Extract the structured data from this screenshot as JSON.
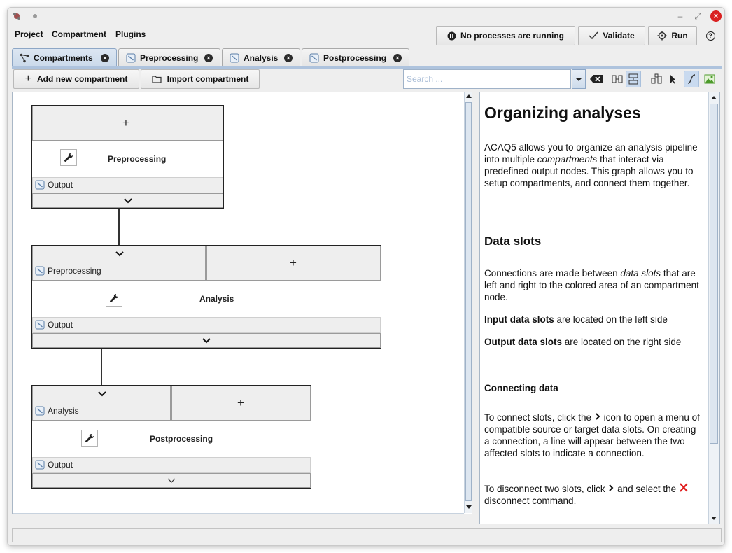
{
  "menubar": {
    "items": [
      "Project",
      "Compartment",
      "Plugins"
    ]
  },
  "topbar": {
    "status_label": "No processes are running",
    "validate_label": "Validate",
    "run_label": "Run",
    "help_label": "?"
  },
  "tabs": [
    {
      "label": "Compartments",
      "active": true
    },
    {
      "label": "Preprocessing",
      "active": false
    },
    {
      "label": "Analysis",
      "active": false
    },
    {
      "label": "Postprocessing",
      "active": false
    }
  ],
  "toolbar": {
    "add_label": "Add new compartment",
    "import_label": "Import compartment",
    "search_placeholder": "Search ..."
  },
  "graph": {
    "add_symbol": "+",
    "nodes": [
      {
        "title": "Preprocessing",
        "input_label": "",
        "output_label": "Output"
      },
      {
        "title": "Analysis",
        "input_label": "Preprocessing",
        "output_label": "Output"
      },
      {
        "title": "Postprocessing",
        "input_label": "Analysis",
        "output_label": "Output"
      }
    ]
  },
  "help": {
    "title": "Organizing analyses",
    "intro_1": "ACAQ5 allows you to organize an analysis pipeline into multiple ",
    "intro_em": "compartments",
    "intro_2": " that interact via predefined output nodes. This graph allows you to setup compartments, and connect them together.",
    "data_slots_heading": "Data slots",
    "slots_1": "Connections are made between ",
    "slots_em": "data slots",
    "slots_2": " that are left and right to the colored area of an compartment node.",
    "input_bold": "Input data slots",
    "input_rest": " are located on the left side",
    "output_bold": "Output data slots",
    "output_rest": " are located on the right side",
    "connecting_heading": "Connecting data",
    "connect_1": "To connect slots, click the ",
    "connect_2": " icon to open a menu of compatible source or target data slots. On creating a connection, a line will appear between the two affected slots to indicate a connection.",
    "disconnect_1": "To disconnect two slots, click ",
    "disconnect_2": " and select the ",
    "disconnect_3": " disconnect command."
  },
  "colors": {
    "tab_active": "#cad9ea",
    "help_x": "#e02020",
    "close_button": "#d92121"
  }
}
